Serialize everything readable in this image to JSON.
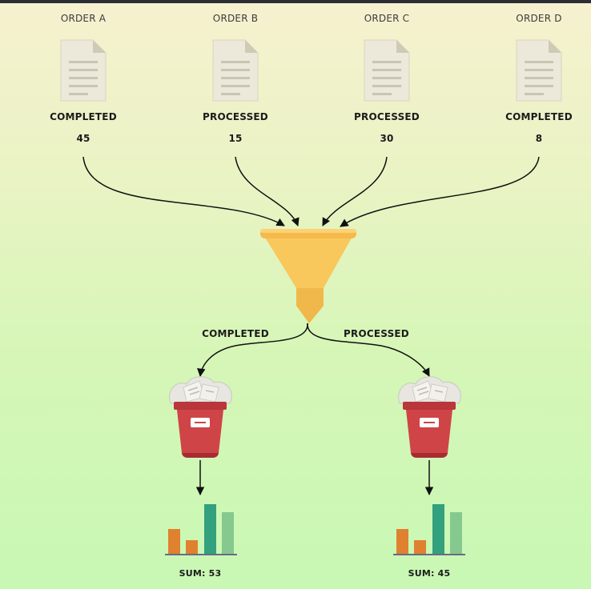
{
  "orders": [
    {
      "title": "ORDER A",
      "status": "COMPLETED",
      "count": "45"
    },
    {
      "title": "ORDER B",
      "status": "PROCESSED",
      "count": "15"
    },
    {
      "title": "ORDER C",
      "status": "PROCESSED",
      "count": "30"
    },
    {
      "title": "ORDER D",
      "status": "COMPLETED",
      "count": "8"
    }
  ],
  "branches": [
    {
      "label": "COMPLETED",
      "sum": "SUM: 53"
    },
    {
      "label": "PROCESSED",
      "sum": "SUM: 45"
    }
  ],
  "icons": {
    "document": "document-icon",
    "funnel": "funnel-icon",
    "bin": "paper-bin-icon",
    "chart": "bar-chart-icon"
  },
  "colors": {
    "background_top": "#f6f1cf",
    "background_bottom": "#c8f8b4",
    "funnel": "#f8c85c",
    "bin": "#cf4447",
    "bar_orange": "#e0812f",
    "bar_teal": "#33a07e",
    "bar_light_green": "#86c98e"
  }
}
